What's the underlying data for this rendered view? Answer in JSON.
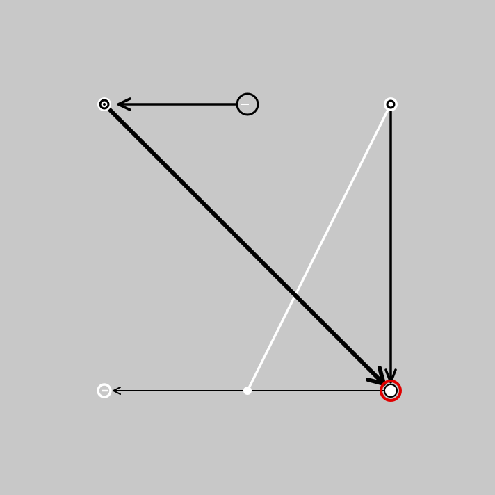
{
  "colors": {
    "background": "#c8c8c8",
    "white": "#ffffff",
    "black": "#000000",
    "highlight_red": "#e00000"
  },
  "nodes": [
    {
      "id": "node-top-left",
      "shape": "small-ring",
      "fill": "black-on-white"
    },
    {
      "id": "node-top-middle",
      "shape": "large-ring",
      "fill": "hollow"
    },
    {
      "id": "node-top-right",
      "shape": "small-ring",
      "fill": "black-on-white"
    },
    {
      "id": "node-bottom-left",
      "shape": "white-ring",
      "fill": "white"
    },
    {
      "id": "node-bottom-middle",
      "shape": "white-dot",
      "fill": "white"
    },
    {
      "id": "node-bottom-right",
      "shape": "target-ring",
      "fill": "white",
      "highlighted": true
    }
  ],
  "edges": [
    {
      "from": "node-top-middle",
      "to": "node-top-left",
      "color": "black",
      "weight": "medium",
      "arrow": true
    },
    {
      "from": "node-top-left",
      "to": "node-bottom-right",
      "color": "black",
      "weight": "heavy",
      "arrow": true
    },
    {
      "from": "node-top-right",
      "to": "node-bottom-right",
      "color": "black",
      "weight": "medium",
      "arrow": true
    },
    {
      "from": "node-top-right",
      "to": "node-bottom-middle",
      "color": "white",
      "weight": "medium",
      "arrow": false
    },
    {
      "from": "node-bottom-right",
      "to": "node-bottom-left",
      "color": "black",
      "weight": "thin",
      "arrow": true
    }
  ]
}
